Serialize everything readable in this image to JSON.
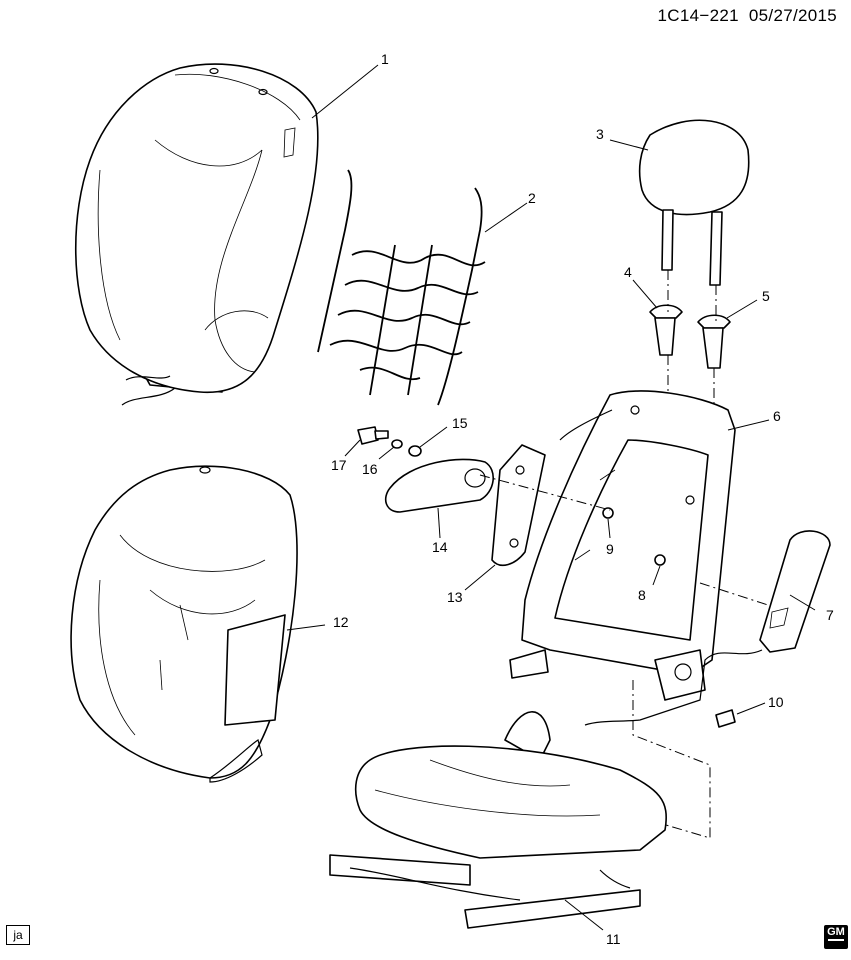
{
  "header": {
    "diagram_id": "1C14−221",
    "date": "05/27/2015"
  },
  "corner_tag": "ja",
  "logo": {
    "text": "GM"
  },
  "callouts": {
    "c1": "1",
    "c2": "2",
    "c3": "3",
    "c4": "4",
    "c5": "5",
    "c6": "6",
    "c7": "7",
    "c8": "8",
    "c9": "9",
    "c10": "10",
    "c11": "11",
    "c12": "12",
    "c13": "13",
    "c14": "14",
    "c15": "15",
    "c16": "16",
    "c17": "17"
  }
}
